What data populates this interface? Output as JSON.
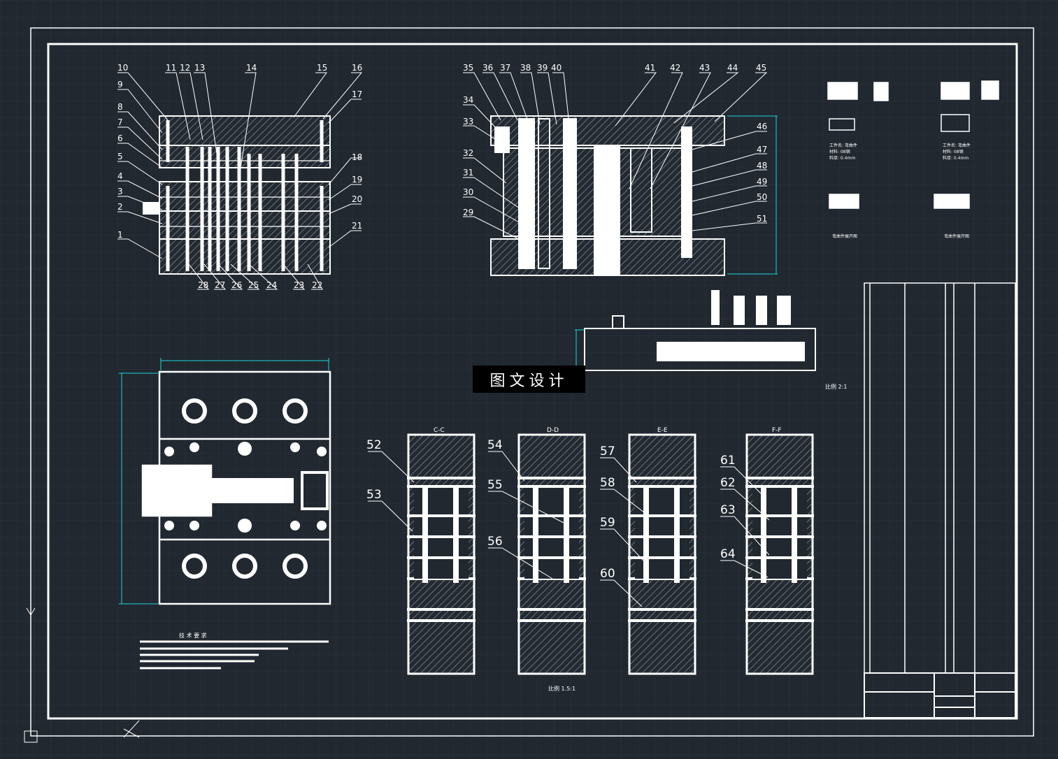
{
  "drawing": {
    "watermark": "图文设计",
    "balloons": {
      "front_top": [
        "10",
        "11",
        "12",
        "13",
        "14",
        "15",
        "16"
      ],
      "front_left": [
        "9",
        "8",
        "7",
        "6",
        "5",
        "4",
        "3",
        "2",
        "1"
      ],
      "front_right": [
        "17",
        "18",
        "19",
        "20",
        "21"
      ],
      "front_bottom": [
        "28",
        "27",
        "26",
        "25",
        "24",
        "23",
        "22"
      ],
      "side_top": [
        "35",
        "36",
        "37",
        "38",
        "39",
        "40",
        "41",
        "42",
        "43",
        "44",
        "45"
      ],
      "side_left": [
        "34",
        "33",
        "32",
        "31",
        "30",
        "29"
      ],
      "side_right": [
        "46",
        "47",
        "48",
        "49",
        "50",
        "51"
      ],
      "sections": [
        "52",
        "53",
        "54",
        "55",
        "56",
        "57",
        "58",
        "59",
        "60",
        "61",
        "62",
        "63",
        "64"
      ]
    },
    "section_titles": [
      "C-C",
      "D-D",
      "E-E",
      "F-F"
    ],
    "scale_strip": "比例 2:1",
    "scale_sections": "比例 1.5:1",
    "tech_req_title": "技 术 要 求",
    "workpiece_labels": [
      "工件名: 弯曲件",
      "材料: 08钢",
      "料厚: 0.4mm"
    ],
    "unfold_label": "弯曲件展开图"
  },
  "colors": {
    "background": "#212830",
    "line": "#ffffff",
    "dimension": "#19d7d7",
    "grid": "#2b323c"
  }
}
